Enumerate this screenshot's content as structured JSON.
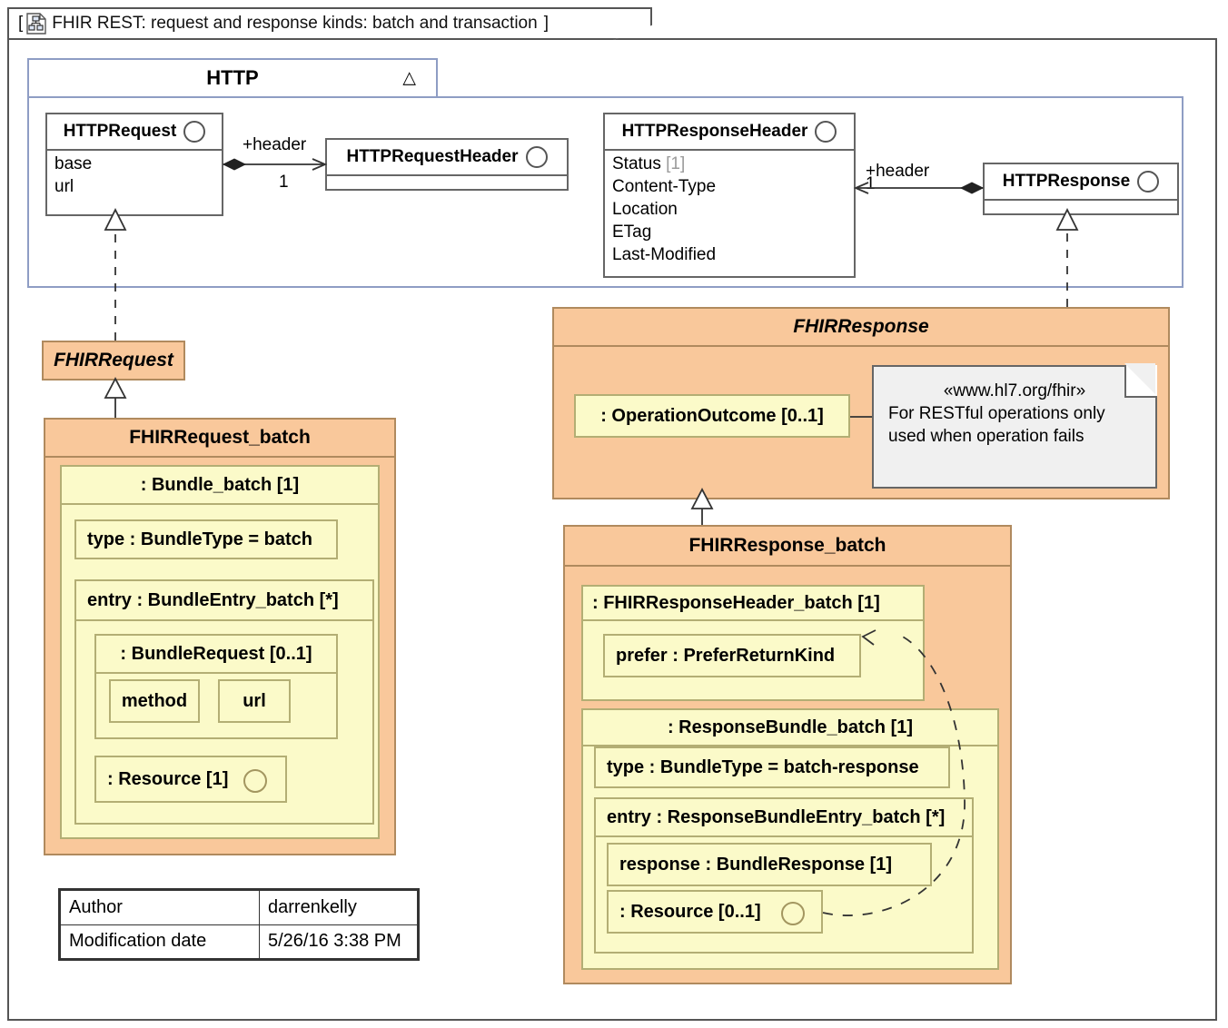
{
  "frame": {
    "title": "[  FHIR REST: request and response kinds: batch and transaction ]",
    "title_text": "FHIR REST: request and response kinds: batch and transaction",
    "open_bracket": "[",
    "close_bracket": "]",
    "icon": "class-diagram-icon"
  },
  "package": {
    "name": "HTTP",
    "collapse_marker": "△"
  },
  "classes": {
    "http_request": {
      "name": "HTTPRequest",
      "attributes": [
        "base",
        "url"
      ],
      "interface_marker": "circle-icon"
    },
    "http_request_header": {
      "name": "HTTPRequestHeader",
      "attributes": [],
      "interface_marker": "circle-icon"
    },
    "http_response_header": {
      "name": "HTTPResponseHeader",
      "attributes": [
        {
          "text": "Status",
          "mult": "[1]"
        },
        {
          "text": "Content-Type",
          "mult": ""
        },
        {
          "text": "Location",
          "mult": ""
        },
        {
          "text": "ETag",
          "mult": ""
        },
        {
          "text": "Last-Modified",
          "mult": ""
        }
      ],
      "interface_marker": "circle-icon"
    },
    "http_response": {
      "name": "HTTPResponse",
      "attributes": [],
      "interface_marker": "circle-icon"
    }
  },
  "associations": {
    "request_header": {
      "role": "+header",
      "multiplicity": "1"
    },
    "response_header": {
      "role": "+header",
      "multiplicity": "1"
    }
  },
  "fhir_request": {
    "name": "FHIRRequest",
    "abstract": true
  },
  "fhir_request_batch": {
    "name": "FHIRRequest_batch",
    "bundle": {
      "name": ": Bundle_batch [1]",
      "type_row": "type : BundleType = batch",
      "entry_row": "entry : BundleEntry_batch [*]",
      "bundle_request": {
        "name": ": BundleRequest [0..1]",
        "fields": [
          "method",
          "url"
        ]
      },
      "resource": {
        "name": ": Resource [1]",
        "interface_marker": "circle-icon"
      }
    }
  },
  "fhir_response": {
    "name": "FHIRResponse",
    "abstract": true,
    "operation_outcome": ": OperationOutcome [0..1]",
    "note": {
      "stereotype": "«www.hl7.org/fhir»",
      "line1": "For RESTful operations only",
      "line2": "used when operation fails"
    }
  },
  "fhir_response_batch": {
    "name": "FHIRResponse_batch",
    "header": {
      "name": ": FHIRResponseHeader_batch [1]",
      "prefer": "prefer : PreferReturnKind"
    },
    "bundle": {
      "name": ": ResponseBundle_batch [1]",
      "type_row": "type : BundleType = batch-response",
      "entry_row": "entry : ResponseBundleEntry_batch [*]",
      "response_row": "response : BundleResponse [1]",
      "resource": {
        "name": ": Resource [0..1]",
        "interface_marker": "circle-icon"
      }
    }
  },
  "author_table": {
    "rows": [
      {
        "label": "Author",
        "value": "darrenkelly"
      },
      {
        "label": "Modification date",
        "value": "5/26/16 3:38 PM"
      }
    ]
  },
  "colors": {
    "orange_fill": "#f9c89b",
    "orange_border": "#b08a5e",
    "yellow_fill": "#fbfac9",
    "yellow_border": "#b3ae74",
    "package_border": "#8e9dc4",
    "note_fill": "#f0f0f0",
    "frame_border": "#555555",
    "multiplicity_gray": "#9b9b9b"
  }
}
